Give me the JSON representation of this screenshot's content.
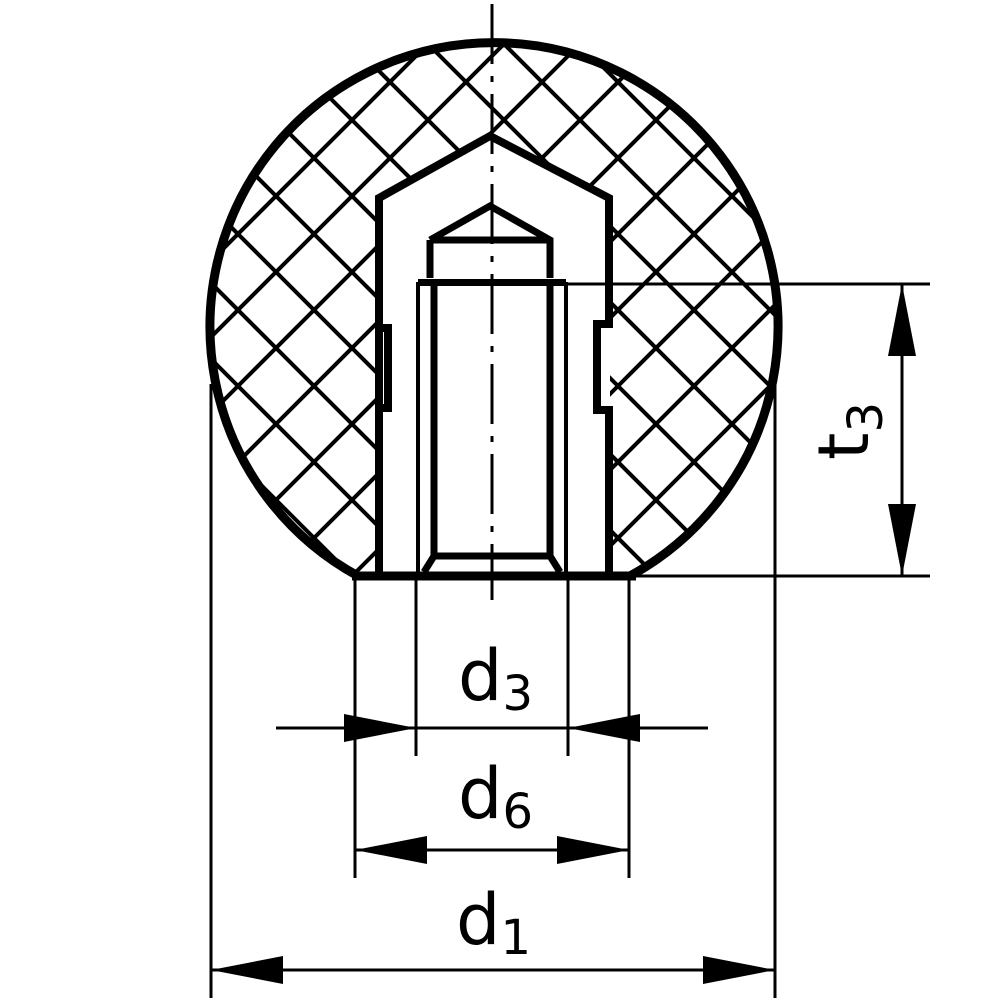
{
  "drawing": {
    "stroke_color": "#000000",
    "background": "#ffffff",
    "dimensions": {
      "d3": {
        "letter": "d",
        "subscript": "3"
      },
      "d6": {
        "letter": "d",
        "subscript": "6"
      },
      "d1": {
        "letter": "d",
        "subscript": "1"
      },
      "t3": {
        "letter": "t",
        "subscript": "3"
      }
    }
  }
}
